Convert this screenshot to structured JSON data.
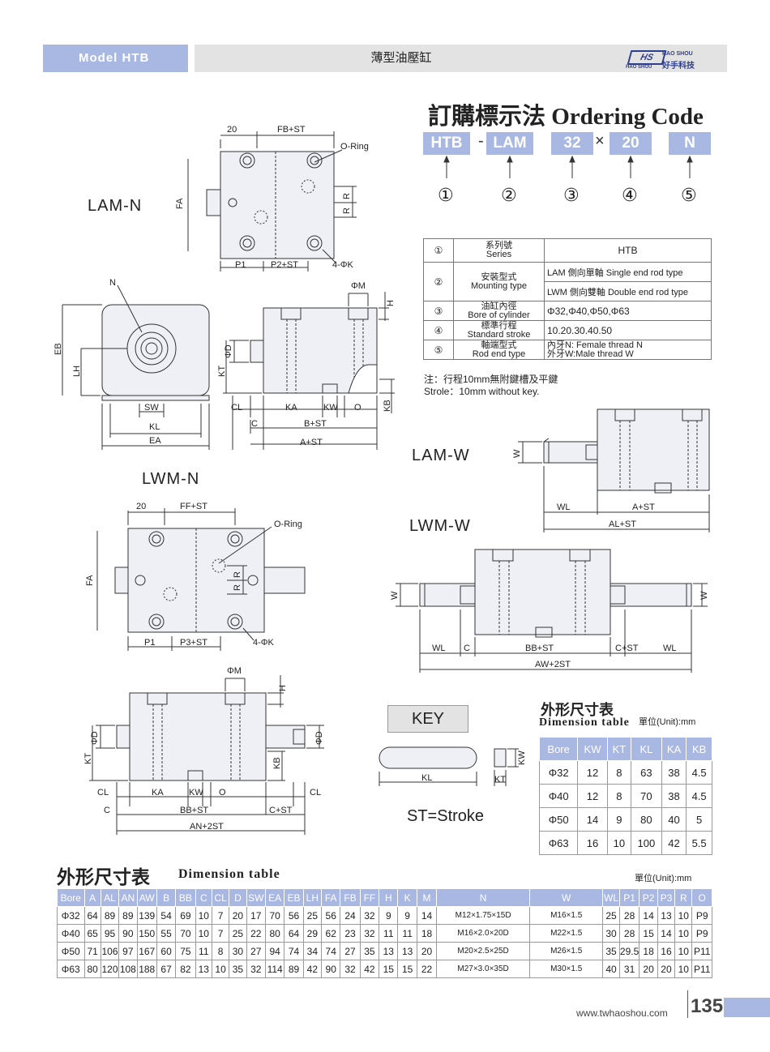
{
  "header": {
    "model": "Model HTB",
    "title": "薄型油壓缸",
    "logo_mark": "HS",
    "logo_en": "HAO SHOU",
    "logo_zh": "好手科技",
    "logo_en2": "HAO SHOU"
  },
  "ordering": {
    "title": "訂購標示法 Ordering Code",
    "codes": [
      "HTB",
      "LAM",
      "32",
      "20",
      "N"
    ],
    "separators": [
      "-",
      "×"
    ],
    "circles": [
      "①",
      "②",
      "③",
      "④",
      "⑤"
    ]
  },
  "spec_table": {
    "rows": [
      {
        "num": "①",
        "zh": "系列號",
        "en": "Series",
        "values": [
          "HTB"
        ]
      },
      {
        "num": "②",
        "zh": "安裝型式",
        "en": "Mounting type",
        "values": [
          "LAM 側向單軸 Single end rod type",
          "LWM 側向雙軸 Double end rod type"
        ]
      },
      {
        "num": "③",
        "zh": "油缸內徑",
        "en": "Bore of cylinder",
        "values": [
          "Φ32,Φ40,Φ50,Φ63"
        ]
      },
      {
        "num": "④",
        "zh": "標準行程",
        "en": "Standard stroke",
        "values": [
          "10.20.30.40.50"
        ]
      },
      {
        "num": "⑤",
        "zh": "軸端型式",
        "en": "Rod end type",
        "values": [
          "內牙N:  Female thread N",
          "外牙W:Male thread W"
        ]
      }
    ],
    "note_zh": "注：行程10mm無附鍵槽及平鍵",
    "note_en": "Strole：10mm without key."
  },
  "labels": {
    "lam_n": "LAM-N",
    "lwm_n": "LWM-N",
    "lam_w": "LAM-W",
    "lwm_w": "LWM-W",
    "key": "KEY",
    "stroke": "ST=Stroke"
  },
  "drawing_labels": {
    "d1": [
      "20",
      "FB+ST",
      "O-Ring",
      "FA",
      "R",
      "R",
      "P1",
      "P2+ST",
      "4-ΦK"
    ],
    "d2": [
      "N",
      "EB",
      "LH",
      "SW",
      "KL",
      "EA"
    ],
    "d3": [
      "ΦM",
      "H",
      "ΦD",
      "KT",
      "CL",
      "KA",
      "KW",
      "O",
      "KB",
      "C",
      "B+ST",
      "A+ST"
    ],
    "d4": [
      "W",
      "WL",
      "A+ST",
      "AL+ST"
    ],
    "d5": [
      "20",
      "FF+ST",
      "O-Ring",
      "FA",
      "R",
      "R",
      "P1",
      "P3+ST",
      "4-ΦK"
    ],
    "d6": [
      "W",
      "W",
      "WL",
      "C",
      "BB+ST",
      "C+ST",
      "WL",
      "AW+2ST"
    ],
    "d7": [
      "ΦM",
      "H",
      "ΦD",
      "ΦD",
      "KT",
      "KB",
      "CL",
      "KA",
      "KW",
      "O",
      "CL",
      "C",
      "BB+ST",
      "C+ST",
      "AN+2ST"
    ],
    "key": [
      "KL",
      "KW",
      "KT"
    ]
  },
  "small_table": {
    "title_zh": "外形尺寸表",
    "title_en": "Dimension table",
    "unit": "單位(Unit):mm",
    "headers": [
      "Bore",
      "KW",
      "KT",
      "KL",
      "KA",
      "KB"
    ],
    "rows": [
      [
        "Φ32",
        "12",
        "8",
        "63",
        "38",
        "4.5"
      ],
      [
        "Φ40",
        "12",
        "8",
        "70",
        "38",
        "4.5"
      ],
      [
        "Φ50",
        "14",
        "9",
        "80",
        "40",
        "5"
      ],
      [
        "Φ63",
        "16",
        "10",
        "100",
        "42",
        "5.5"
      ]
    ]
  },
  "big_table": {
    "title_zh": "外形尺寸表",
    "title_en": "Dimension table",
    "unit": "單位(Unit):mm",
    "headers": [
      "Bore",
      "A",
      "AL",
      "AN",
      "AW",
      "B",
      "BB",
      "C",
      "CL",
      "D",
      "SW",
      "EA",
      "EB",
      "LH",
      "FA",
      "FB",
      "FF",
      "H",
      "K",
      "M",
      "N",
      "W",
      "WL",
      "P1",
      "P2",
      "P3",
      "R",
      "O"
    ],
    "rows": [
      [
        "Φ32",
        "64",
        "89",
        "89",
        "139",
        "54",
        "69",
        "10",
        "7",
        "20",
        "17",
        "70",
        "56",
        "25",
        "56",
        "24",
        "32",
        "9",
        "9",
        "14",
        "M12×1.75×15D",
        "M16×1.5",
        "25",
        "28",
        "14",
        "13",
        "10",
        "P9"
      ],
      [
        "Φ40",
        "65",
        "95",
        "90",
        "150",
        "55",
        "70",
        "10",
        "7",
        "25",
        "22",
        "80",
        "64",
        "29",
        "62",
        "23",
        "32",
        "11",
        "11",
        "18",
        "M16×2.0×20D",
        "M22×1.5",
        "30",
        "28",
        "15",
        "14",
        "10",
        "P9"
      ],
      [
        "Φ50",
        "71",
        "106",
        "97",
        "167",
        "60",
        "75",
        "11",
        "8",
        "30",
        "27",
        "94",
        "74",
        "34",
        "74",
        "27",
        "35",
        "13",
        "13",
        "20",
        "M20×2.5×25D",
        "M26×1.5",
        "35",
        "29.5",
        "18",
        "16",
        "10",
        "P11"
      ],
      [
        "Φ63",
        "80",
        "120",
        "108",
        "188",
        "67",
        "82",
        "13",
        "10",
        "35",
        "32",
        "114",
        "89",
        "42",
        "90",
        "32",
        "42",
        "15",
        "15",
        "22",
        "M27×3.0×35D",
        "M30×1.5",
        "40",
        "31",
        "20",
        "20",
        "10",
        "P11"
      ]
    ]
  },
  "footer": {
    "url": "www.twhaoshou.com",
    "page": "135"
  }
}
